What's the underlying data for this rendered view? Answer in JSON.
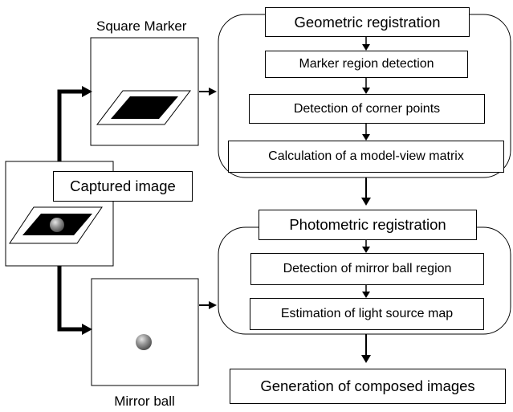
{
  "captions": {
    "square_marker": "Square Marker",
    "mirror_ball": "Mirror ball"
  },
  "captured_image": {
    "label": "Captured image"
  },
  "geometric": {
    "title": "Geometric registration",
    "steps": [
      "Marker region detection",
      "Detection of corner points",
      "Calculation of a model-view matrix"
    ]
  },
  "photometric": {
    "title": "Photometric registration",
    "steps": [
      "Detection of mirror ball region",
      "Estimation of light source map"
    ]
  },
  "output": {
    "label": "Generation of composed images"
  }
}
